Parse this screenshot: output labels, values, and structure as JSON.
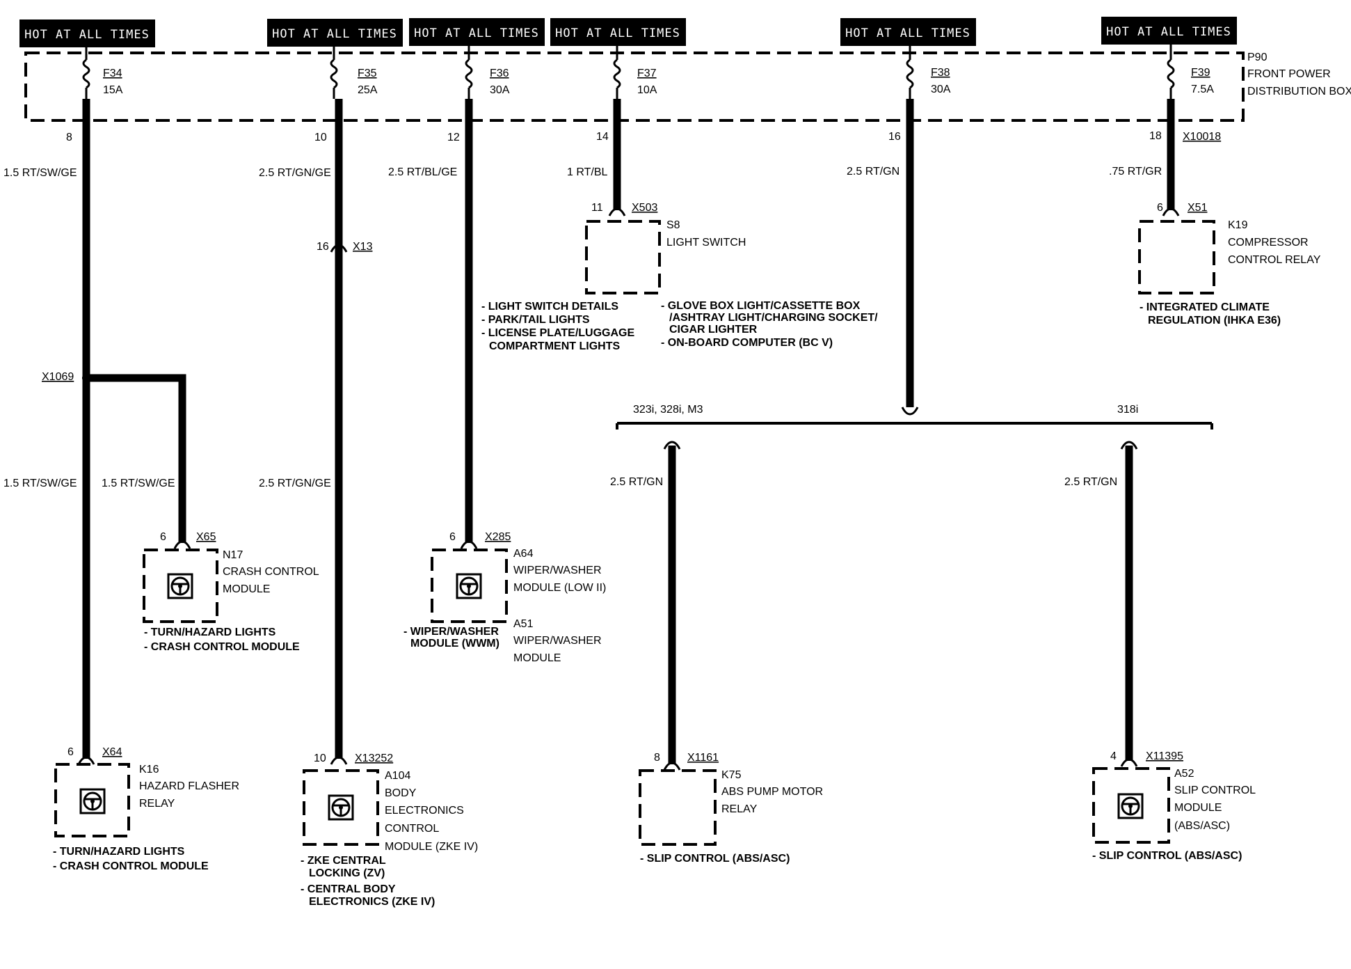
{
  "hot_label": "HOT AT ALL TIMES",
  "distribution_box": {
    "id": "P90",
    "name_line1": "FRONT POWER",
    "name_line2": "DISTRIBUTION BOX"
  },
  "fuses": [
    {
      "id": "F34",
      "rating": "15A",
      "pin": "8"
    },
    {
      "id": "F35",
      "rating": "25A",
      "pin": "10"
    },
    {
      "id": "F36",
      "rating": "30A",
      "pin": "12"
    },
    {
      "id": "F37",
      "rating": "10A",
      "pin": "14"
    },
    {
      "id": "F38",
      "rating": "30A",
      "pin": "16"
    },
    {
      "id": "F39",
      "rating": "7.5A",
      "pin": "18"
    }
  ],
  "box_connector": "X10018",
  "wires": {
    "w1_top": "1.5 RT/SW/GE",
    "w2_top": "2.5 RT/GN/GE",
    "w3_top": "2.5 RT/BL/GE",
    "w4_top": "1 RT/BL",
    "w5_top": "2.5 RT/GN",
    "w6_top": ".75 RT/GR",
    "w1_lower": "1.5 RT/SW/GE",
    "w1_branch": "1.5 RT/SW/GE",
    "w2_lower": "2.5 RT/GN/GE",
    "abs_left": "2.5 RT/GN",
    "abs_right": "2.5 RT/GN"
  },
  "splice": "X1069",
  "inline_connector": {
    "pin": "16",
    "id": "X13"
  },
  "variants": {
    "left": "323i, 328i, M3",
    "right": "318i"
  },
  "components": {
    "light_switch": {
      "pin": "11",
      "connector": "X503",
      "id": "S8",
      "name": "LIGHT SWITCH",
      "notes_left": [
        "- LIGHT SWITCH DETAILS",
        "- PARK/TAIL LIGHTS",
        "- LICENSE PLATE/LUGGAGE",
        "  COMPARTMENT LIGHTS"
      ],
      "notes_right": [
        "- GLOVE BOX LIGHT/CASSETTE BOX",
        "  /ASHTRAY LIGHT/CHARGING SOCKET/",
        "  CIGAR LIGHTER",
        "- ON-BOARD COMPUTER (BC V)"
      ]
    },
    "compressor_relay": {
      "pin": "6",
      "connector": "X51",
      "id": "K19",
      "name": [
        "COMPRESSOR",
        "CONTROL RELAY"
      ],
      "notes": [
        "- INTEGRATED CLIMATE",
        "  REGULATION (IHKA E36)"
      ]
    },
    "crash_module": {
      "pin": "6",
      "connector": "X65",
      "id": "N17",
      "name": [
        "CRASH CONTROL",
        "MODULE"
      ],
      "notes": [
        "- TURN/HAZARD LIGHTS",
        "- CRASH CONTROL MODULE"
      ]
    },
    "wiper_module": {
      "pin": "6",
      "connector": "X285",
      "id": "A64",
      "name": [
        "WIPER/WASHER",
        "MODULE (LOW II)"
      ],
      "alt_id": "A51",
      "alt_name": [
        "WIPER/WASHER",
        "MODULE"
      ],
      "notes": [
        "- WIPER/WASHER",
        "MODULE (WWM)"
      ]
    },
    "hazard_relay": {
      "pin": "6",
      "connector": "X64",
      "id": "K16",
      "name": [
        "HAZARD FLASHER",
        "RELAY"
      ],
      "notes": [
        "- TURN/HAZARD LIGHTS",
        "- CRASH CONTROL MODULE"
      ]
    },
    "body_module": {
      "pin": "10",
      "connector": "X13252",
      "id": "A104",
      "name": [
        "BODY",
        "ELECTRONICS",
        "CONTROL",
        "MODULE (ZKE IV)"
      ],
      "notes": [
        "- ZKE CENTRAL",
        "  LOCKING (ZV)",
        "- CENTRAL BODY",
        "  ELECTRONICS (ZKE IV)"
      ]
    },
    "abs_relay": {
      "pin": "8",
      "connector": "X1161",
      "id": "K75",
      "name": [
        "ABS PUMP MOTOR",
        "RELAY"
      ],
      "notes": [
        "- SLIP CONTROL (ABS/ASC)"
      ]
    },
    "slip_module": {
      "pin": "4",
      "connector": "X11395",
      "id": "A52",
      "name": [
        "SLIP CONTROL",
        "MODULE",
        "(ABS/ASC)"
      ],
      "notes": [
        "- SLIP CONTROL (ABS/ASC)"
      ]
    }
  },
  "icons": {
    "module_symbol": "steering-wheel-module-icon",
    "fuse_symbol": "fuse-icon"
  }
}
